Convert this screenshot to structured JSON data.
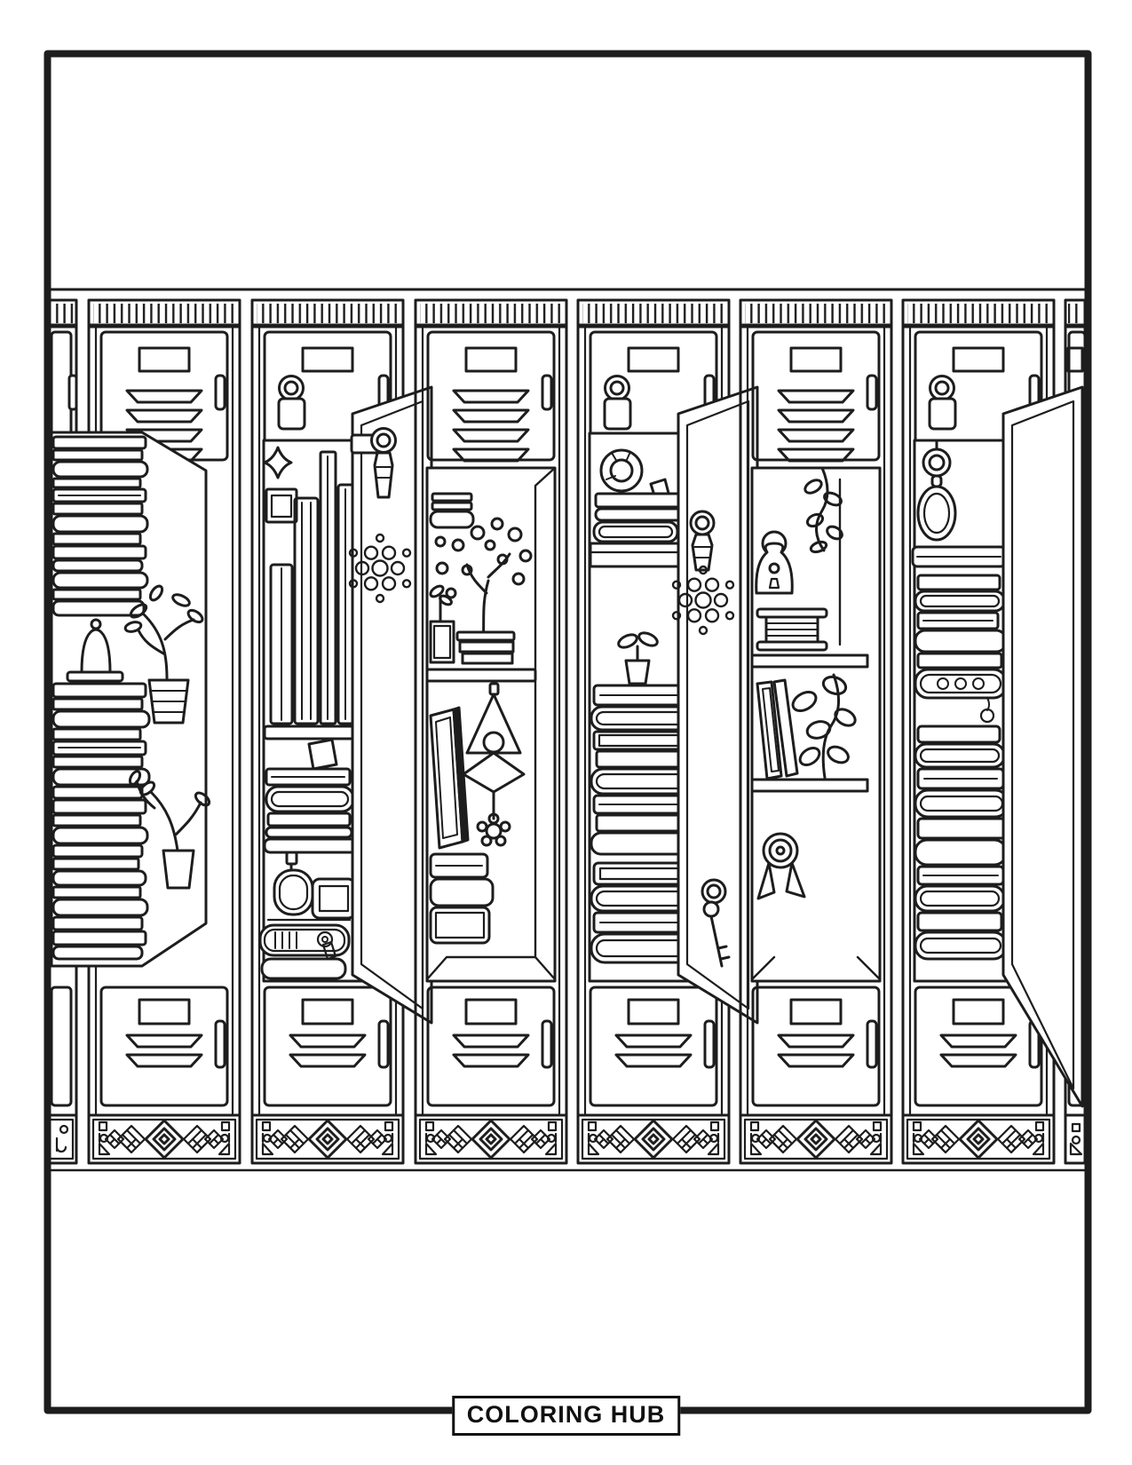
{
  "page": {
    "background": "#ffffff",
    "ink": "#1d1d1d",
    "kind": "printable coloring page"
  },
  "footer": {
    "brand_label": "COLORING HUB"
  },
  "scene": {
    "subject": "Row of school lockers filled with books, plants and hanging charms (black and white line art)",
    "base_trim": "diamond knot pattern strip",
    "partial_lockers": [
      "left edge sliver",
      "right edge sliver"
    ],
    "lockers": [
      {
        "id": 1,
        "top_door": "vent slats",
        "state": "open, no door shown",
        "contents": [
          "tall stack of books",
          "bell ornament on tray",
          "ribbed vase with leafy branch",
          "plant sprigs in small vase"
        ]
      },
      {
        "id": 2,
        "top_door": "padlock",
        "state": "door swung open",
        "door_charm": "snowflake keychain",
        "contents": [
          "star charm",
          "small picture frame",
          "upright binders",
          "tilted book pile",
          "hanging pouch",
          "storage box with window",
          "striped pencil case",
          "fat book"
        ]
      },
      {
        "id": 3,
        "top_door": "vent slats",
        "state": "open, no door shown",
        "contents": [
          "stacked books",
          "coin-leaf tree on book pedestal",
          "small plant",
          "framed picture",
          "hanging triangle charm with flower",
          "leaning frame",
          "bottom book stack"
        ]
      },
      {
        "id": 4,
        "top_door": "padlock",
        "state": "door swung open",
        "door_charm": "snowflake keychain and hanging key",
        "contents": [
          "tape roll",
          "book pile on shelf",
          "loose paper",
          "potted sprout",
          "tall stack of books"
        ]
      },
      {
        "id": 5,
        "top_door": "vent slats",
        "state": "open, no door shown",
        "contents": [
          "hanging vine",
          "gnome keyhole charm",
          "ribbed book spool",
          "leaning books",
          "leafy plant",
          "medal with ribbon"
        ]
      },
      {
        "id": 6,
        "top_door": "padlock",
        "state": "door swung open",
        "door_charm": "none",
        "contents": [
          "hanging ring with oval tag",
          "shelf with round knob",
          "tall stack of books",
          "patterned pouch with charm"
        ]
      }
    ]
  }
}
